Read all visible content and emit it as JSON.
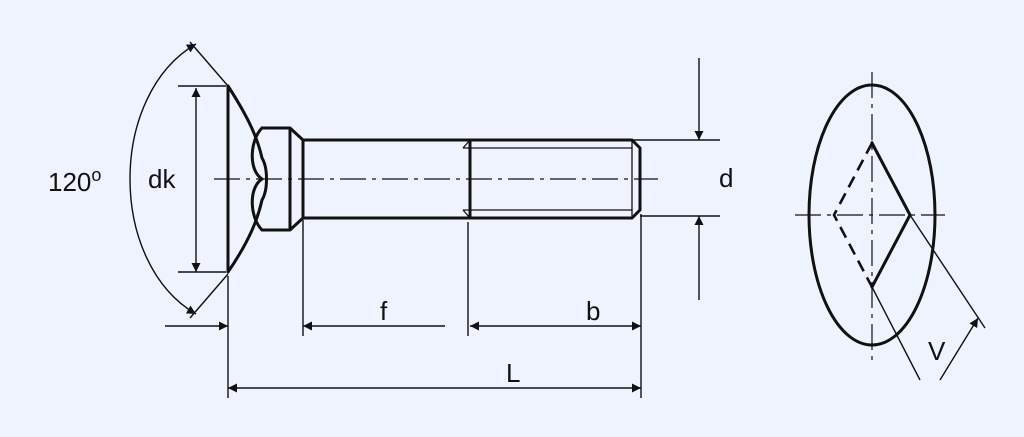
{
  "diagram": {
    "background_color": "#eef3fd",
    "line_color": "#111111",
    "labels": {
      "angle": "120",
      "angle_degree": "o",
      "head_diameter": "dk",
      "diameter": "d",
      "unthreaded_length": "f",
      "thread_length": "b",
      "total_length": "L",
      "square_width": "V"
    }
  }
}
